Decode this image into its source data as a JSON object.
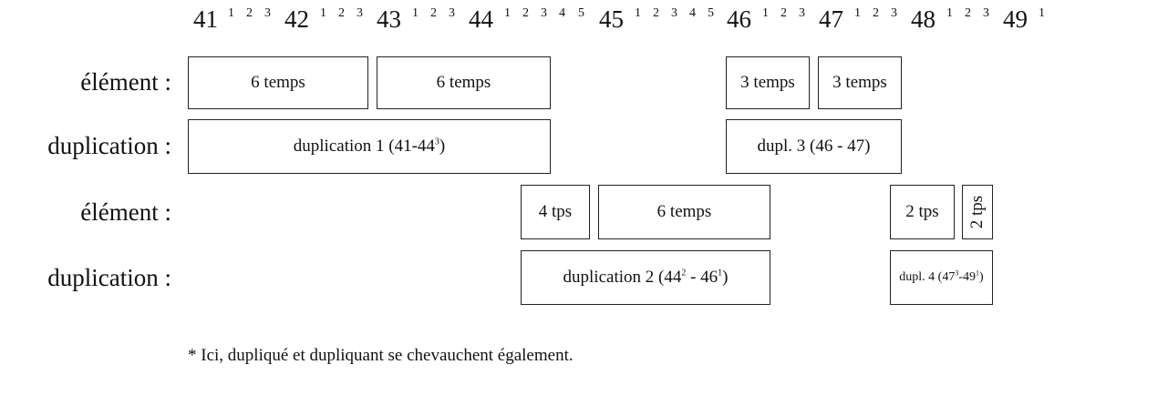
{
  "measures": [
    {
      "num": "41",
      "beats": [
        "1",
        "2",
        "3"
      ]
    },
    {
      "num": "42",
      "beats": [
        "1",
        "2",
        "3"
      ]
    },
    {
      "num": "43",
      "beats": [
        "1",
        "2",
        "3"
      ]
    },
    {
      "num": "44",
      "beats": [
        "1",
        "2",
        "3",
        "4",
        "5"
      ]
    },
    {
      "num": "45",
      "beats": [
        "1",
        "2",
        "3",
        "4",
        "5"
      ]
    },
    {
      "num": "46",
      "beats": [
        "1",
        "2",
        "3"
      ]
    },
    {
      "num": "47",
      "beats": [
        "1",
        "2",
        "3"
      ]
    },
    {
      "num": "48",
      "beats": [
        "1",
        "2",
        "3"
      ]
    },
    {
      "num": "49",
      "beats": [
        "1"
      ]
    }
  ],
  "row_labels": {
    "element_1": "élément :",
    "duplication_1": "duplication :",
    "element_2": "élément :",
    "duplication_2": "duplication :"
  },
  "boxes": {
    "e1_a": "6 temps",
    "e1_b": "6 temps",
    "e1_c": "3 temps",
    "e1_d": "3 temps",
    "d1": {
      "prefix": "duplication 1 (41-44",
      "sup": "3",
      "suffix": ")"
    },
    "d3": "dupl. 3 (46 - 47)",
    "e2_a": "4 tps",
    "e2_b": "6 temps",
    "e2_c": "2 tps",
    "e2_d": "2 tps",
    "d2": {
      "prefix": "duplication 2 (44",
      "sup1": "2",
      "mid": " - 46",
      "sup2": "1",
      "suffix": ")"
    },
    "d4": {
      "prefix": "dupl. 4 (47",
      "sup1": "3",
      "mid": "-49",
      "sup2": "1",
      "suffix": ")"
    }
  },
  "footnote": "* Ici, dupliqué et dupliquant se chevauchent également."
}
